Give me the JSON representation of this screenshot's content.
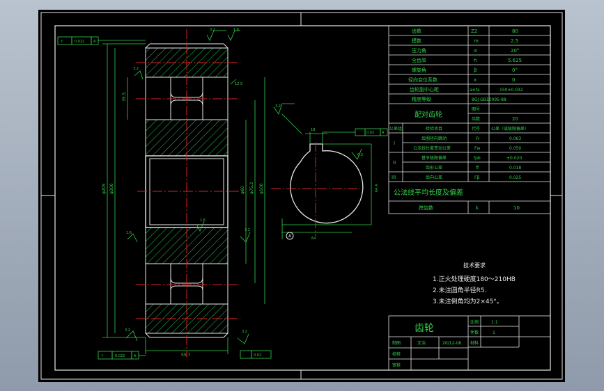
{
  "title_block": {
    "part_name": "齿轮",
    "scale_label": "比例",
    "scale_value": "1:1",
    "qty_label": "件数",
    "qty_value": "1",
    "material_label": "材料",
    "row_designer": "制图",
    "designer_name": "文洁",
    "design_date": "20/12-08",
    "row_checker": "校核",
    "row_approver": "审核"
  },
  "param_table": {
    "rows": [
      {
        "name": "齿数",
        "symbol": "Z2",
        "value": "80"
      },
      {
        "name": "模数",
        "symbol": "m",
        "value": "2.5"
      },
      {
        "name": "压力角",
        "symbol": "α",
        "value": "20°"
      },
      {
        "name": "全齿高",
        "symbol": "h",
        "value": "5.625"
      },
      {
        "name": "螺旋角",
        "symbol": "β",
        "value": "0°"
      },
      {
        "name": "径向变位系数",
        "symbol": "x",
        "value": "0"
      },
      {
        "name": "齿轮副中心距",
        "symbol": "a±fa",
        "value": "150±0.032"
      },
      {
        "name": "精度等级",
        "symbol": "",
        "value": "8GJ GB10095-88"
      }
    ],
    "mating_gear": "配对齿轮",
    "mating_rows": [
      "图号",
      "齿数"
    ],
    "mating_teeth": "20",
    "tol_header": [
      "公差组",
      "检验项目",
      "代号",
      "公差（或极限偏差）"
    ],
    "tol_rows": [
      {
        "group": "I",
        "item": "齿圈径向跳动",
        "code": "Fr",
        "value": "0.063"
      },
      {
        "group": "",
        "item": "公法线长度变动公差",
        "code": "Fw",
        "value": "0.050"
      },
      {
        "group": "II",
        "item": "基节极限偏差",
        "code": "fpb",
        "value": "±0.020"
      },
      {
        "group": "",
        "item": "齿形公差",
        "code": "ff",
        "value": "0.018"
      },
      {
        "group": "III",
        "item": "齿向公差",
        "code": "Fβ",
        "value": "0.025"
      }
    ],
    "normal_length_label": "公法线平均长度及偏差",
    "span_label": "跨齿数",
    "span_code": "k",
    "span_value": "10"
  },
  "tech_req": {
    "title": "技术要求",
    "items": [
      "1.正火处理硬度180～210HB",
      "2.未注圆角半径R5.",
      "3.未注倒角均为2×45°。"
    ]
  },
  "dimensions": {
    "face_width": "55.7",
    "left_tol": "0.022",
    "bottom_tol": "0.022",
    "datum_A": "A",
    "dia_outer": "φ205",
    "dia_root": "φ200",
    "dia_bore": "φ60",
    "dia_hub": "φ100",
    "dia_inner2": "φ75.2",
    "key_width": "18",
    "key_depth": "64.4",
    "key_sym": "0.02",
    "rough_1": "3.2",
    "rough_2": "1.6",
    "rough_3": "6.3",
    "rough_4": "12.5",
    "chamfer": "2",
    "hub_len": "35.5",
    "bore_len": "64"
  },
  "colors": {
    "line": "#e8e8e8",
    "dim": "#31d24a",
    "center": "#e02020",
    "hatch": "#32c45a",
    "blue": "#4a6cff"
  }
}
